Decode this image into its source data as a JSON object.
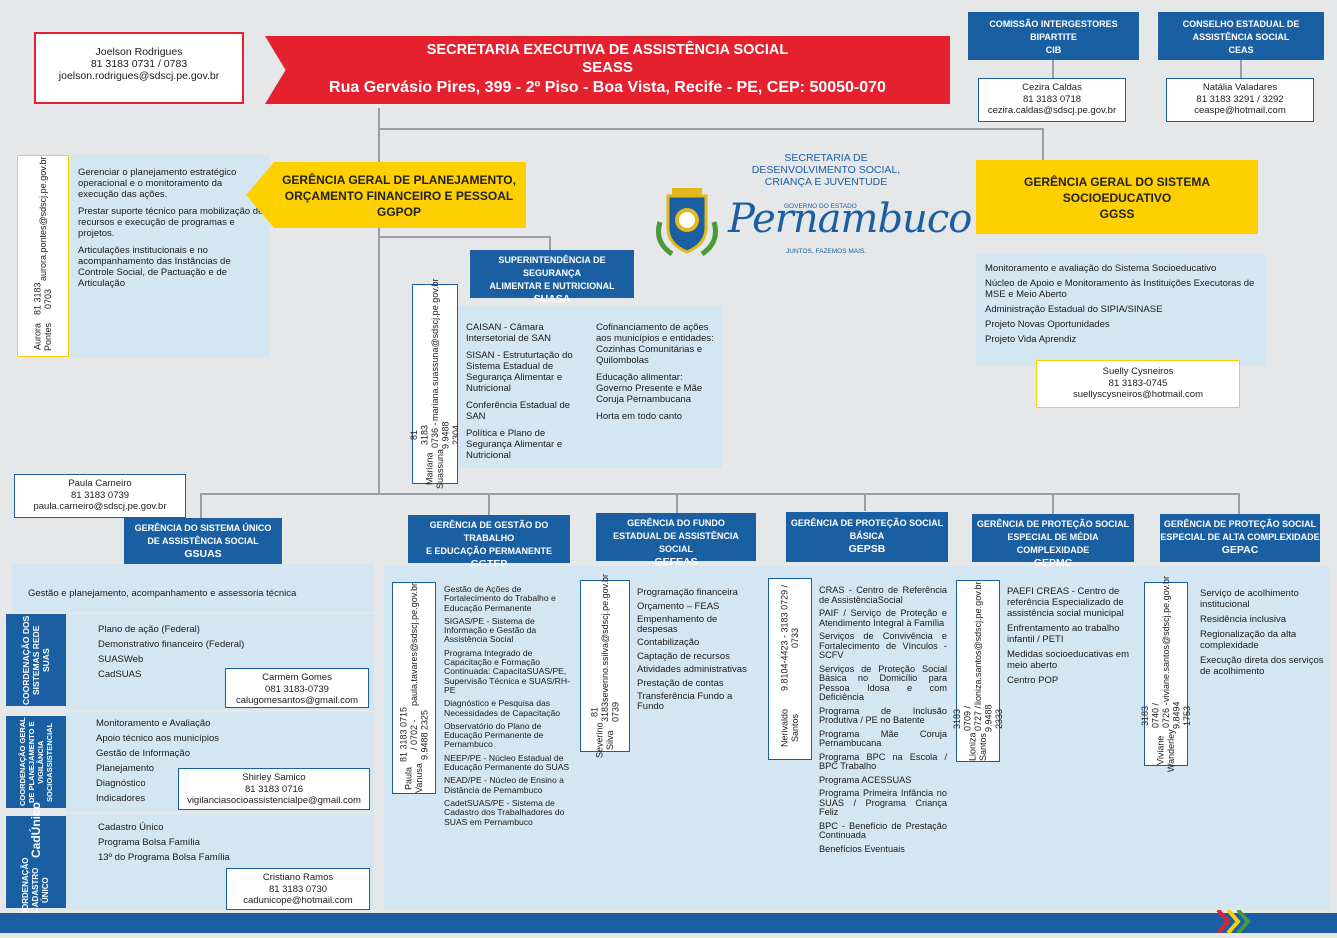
{
  "seass": {
    "title": "SECRETARIA EXECUTIVA DE ASSISTÊNCIA SOCIAL",
    "abbr": "SEASS",
    "address": "Rua Gervásio Pires, 399 - 2º Piso - Boa Vista, Recife - PE, CEP: 50050-070"
  },
  "seass_contact": {
    "name": "Joelson Rodrigues",
    "phone": "81 3183 0731 / 0783",
    "email": "joelson.rodrigues@sdscj.pe.gov.br"
  },
  "cib": {
    "title1": "COMISSÃO INTERGESTORES",
    "title2": "BIPARTITE",
    "abbr": "CIB",
    "name": "Cezira Caldas",
    "phone": "81 3183 0718",
    "email": "cezira.caldas@sdscj.pe.gov.br"
  },
  "ceas": {
    "title1": "CONSELHO ESTADUAL DE",
    "title2": "ASSISTÊNCIA SOCIAL",
    "abbr": "CEAS",
    "name": "Natália Valadares",
    "phone": "81 3183 3291 / 3292",
    "email": "ceaspe@hotmail.com"
  },
  "logo": {
    "sec1": "SECRETARIA DE",
    "sec2": "DESENVOLVIMENTO SOCIAL,",
    "sec3": "CRIANÇA E JUVENTUDE",
    "gov": "GOVERNO DO ESTADO",
    "state": "Pernambuco",
    "slogan": "JUNTOS, FAZEMOS MAIS."
  },
  "ggpop": {
    "line1": "GERÊNCIA GERAL DE PLANEJAMENTO,",
    "line2": "ORÇAMENTO FINANCEIRO E PESSOAL",
    "abbr": "GGPOP",
    "contact_name": "Aurora Pontes",
    "contact_phone": "81 3183 0703",
    "contact_email": "aurora.pontes@sdscj.pe.gov.br",
    "items": [
      "Gerenciar o planejamento estratégico operacional e o monitoramento da execução das ações.",
      "Prestar suporte técnico para mobilização de recursos e execução de programas e projetos.",
      "Articulações institucionais e no acompanhamento das Instâncias de Controle Social, de Pactuação e de Articulação"
    ]
  },
  "ggss": {
    "line1": "GERÊNCIA GERAL DO SISTEMA",
    "line2": "SOCIOEDUCATIVO",
    "abbr": "GGSS",
    "items": [
      "Monitoramento e avaliação do Sistema Socioeducativo",
      "Núcleo de Apoio e Monitoramento às Instituições Executoras de MSE e Meio Aberto",
      "Administração Estadual do SIPIA/SINASE",
      "Projeto Novas Oportunidades",
      "Projeto Vida Aprendiz"
    ],
    "contact_name": "Suelly Cysneiros",
    "contact_phone": "81 3183-0745",
    "contact_email": "suellyscysneiros@hotmail.com"
  },
  "suasa": {
    "line1": "SUPERINTENDÊNCIA DE SEGURANÇA",
    "line2": "ALIMENTAR E NUTRICIONAL",
    "abbr": "SUASA",
    "contact_name": "Mariana Suassuna",
    "contact_phone": "81 3183 0736 - 9.9488 2304",
    "contact_email": "mariana.suassuna@sdscj.pe.gov.br",
    "col1": [
      "CAISAN - Câmara Intersetorial de SAN",
      "SISAN - Estruturtação do Sistema Estadual de Segurança Alimentar e Nutricional",
      "Conferência Estadual de SAN",
      "Política e Plano de Segurança Alimentar e Nutricional"
    ],
    "col2": [
      "Cofinanciamento de ações aos municípios e entidades: Cozinhas Comunitárias e Quilombolas",
      "Educação alimentar: Governo Presente e Mãe Coruja Pernambucana",
      "Horta em todo canto"
    ]
  },
  "gsuas": {
    "line1": "GERÊNCIA DO SISTEMA ÚNICO",
    "line2": "DE ASSISTÊNCIA SOCIAL",
    "abbr": "GSUAS",
    "contact_name": "Paula Carneiro",
    "contact_phone": "81 3183 0739",
    "contact_email": "paula.carneiro@sdscj.pe.gov.br",
    "summary": "Gestão e planejamento, acompanhamento e assessoria técnica",
    "coord1": {
      "label": "COORDENAÇÃO DOS SISTEMAS REDE SUAS",
      "items": [
        "Plano de ação (Federal)",
        "Demonstrativo financeiro (Federal)",
        "SUASWeb",
        "CadSUAS"
      ],
      "contact_name": "Carmem Gomes",
      "contact_phone": "081 3183-0739",
      "contact_email": "calugomesantos@gmail.com"
    },
    "coord2": {
      "label": "COORDENAÇÃO GERAL DE PLANEJAMENTO E VIGILÂNCIA SOCIOASSISTENCIAL",
      "items": [
        "Monitoramento e Avaliação",
        "Apoio técnico aos municípios",
        "Gestão de Informação",
        "Planejamento",
        "Diagnóstico",
        "Indicadores"
      ],
      "contact_name": "Shirley Samico",
      "contact_phone": "81 3183 0716",
      "contact_email": "vigilanciasocioassistencialpe@gmail.com"
    },
    "coord3": {
      "label1": "COORDENAÇÃO CADASTRO ÚNICO",
      "label2": "CadÚnico",
      "items": [
        "Cadastro Único",
        "Programa Bolsa Família",
        "13º do Programa Bolsa Família"
      ],
      "contact_name": "Cristiano Ramos",
      "contact_phone": "81 3183 0730",
      "contact_email": "cadunicope@hotmail.com"
    }
  },
  "ggtep": {
    "line1": "GERÊNCIA DE GESTÃO DO TRABALHO",
    "line2": "E EDUCAÇÃO PERMANENTE",
    "abbr": "GGTEP",
    "contact_name": "Paula Vanusa",
    "contact_phone": "81 3183 0715 / 0702 - 9.9488 2325",
    "contact_email": "paula.tavares@sdscj.pe.gov.br",
    "items": [
      "Gestão de Ações de Fortalecimento do Trabalho e Educação Permanente",
      "SIGAS/PE - Sistema de Informação e Gestão da Assistência Social",
      "Programa Integrado de Capacitação e Formação Continuada: CapacitaSUAS/PE, Supervisão Técnica e SUAS/RH-PE",
      "Diagnóstico e Pesquisa das Necessidades de Capacitação",
      "Observatório do Plano de Educação Permanente de Pernambuco",
      "NEEP/PE - Núcleo Estadual de Educação Permanente do SUAS",
      "NEAD/PE - Núcleo de Ensino a Distância de Pernambuco",
      "CadetSUAS/PE - Sistema de Cadastro dos Trabalhadores do SUAS em Pernambuco"
    ]
  },
  "gefeas": {
    "line1": "GERÊNCIA DO FUNDO",
    "line2": "ESTADUAL DE ASSISTÊNCIA SOCIAL",
    "abbr": "GEFEAS",
    "contact_name": "Severino Silva",
    "contact_phone": "81 3183 0739",
    "contact_email": "severino.ssilva@sdscj.pe.gov.br",
    "items": [
      "Programação financeira",
      "Orçamento – FEAS",
      "Empenhamento de despesas",
      "Contabilização",
      "Captação de recursos",
      "Atividades administrativas",
      "Prestação de contas",
      "Transferência Fundo a Fundo"
    ]
  },
  "gepsb": {
    "line1": "GERÊNCIA DE PROTEÇÃO SOCIAL",
    "line2": "BÁSICA",
    "abbr": "GEPSB",
    "contact_name": "Nerivaldo Santos",
    "contact_phone": "9.8104-4423 - 3183 0729 / 0733",
    "items": [
      "CRAS - Centro de Referência de AssistênciaSocial",
      "PAIF / Serviço de Proteção e Atendimento Integral à Família",
      "Serviços de Convivência e Fortalecimento de Vínculos - SCFV",
      "Serviços de Proteção Social Básica no Domicílio para Pessoa Idosa e com Deficiência",
      "Programa de Inclusão Produtiva / PE no Batente",
      "Programa Mãe Coruja Pernambucana",
      "Programa BPC na Escola / BPC Trabalho",
      "Programa ACESSUAS",
      "Programa Primeira Infância no SUAS / Programa Criança Feliz",
      "BPC - Benefício de Prestação Continuada",
      "Benefícios Eventuais"
    ]
  },
  "gepmc": {
    "line1": "GERÊNCIA DE PROTEÇÃO SOCIAL",
    "line2": "ESPECIAL DE MÉDIA COMPLEXIDADE",
    "abbr": "GEPMC",
    "contact_name": "Lioniza Santos",
    "contact_phone": "3183 0709 / 0727 / 9.9488 2333",
    "contact_email": "lioniza.santos@sdscj.pe.gov.br",
    "items": [
      "PAEFI CREAS - Centro de referência Especializado de assistência social municipal",
      "Enfrentamento ao trabalho infantil / PETI",
      "Medidas socioeducativas em meio aberto",
      "Centro POP"
    ]
  },
  "gepac": {
    "line1": "GERÊNCIA DE PROTEÇÃO SOCIAL",
    "line2": "ESPECIAL DE ALTA COMPLEXIDADE",
    "abbr": "GEPAC",
    "contact_name": "Viviane Wanderley",
    "contact_phone": "3183 0740 / 0726 - 9.8494 1753",
    "contact_email": "viviane.santos@sdscj.pe.gov.br",
    "items": [
      "Serviço de acolhimento institucional",
      "Residência inclusiva",
      "Regionalização da alta complexidade",
      "Execução direta dos serviços de acolhimento"
    ]
  }
}
